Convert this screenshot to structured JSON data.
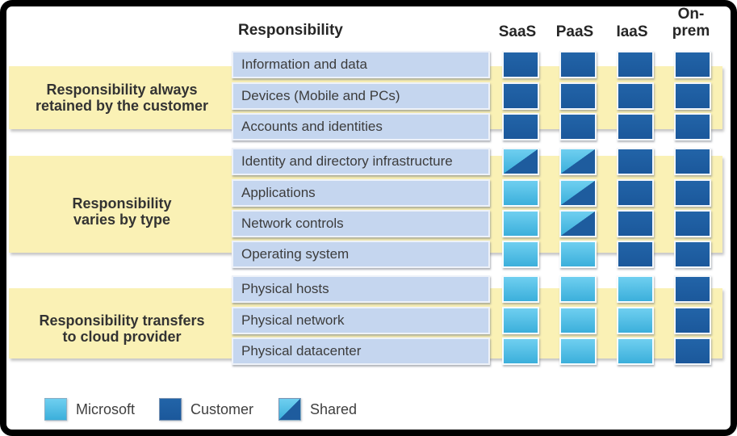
{
  "header": {
    "responsibility_label": "Responsibility",
    "columns": [
      "SaaS",
      "PaaS",
      "IaaS",
      "On-prem"
    ]
  },
  "groups": [
    {
      "label": "Responsibility always\nretained by the customer"
    },
    {
      "label": "Responsibility\nvaries by type"
    },
    {
      "label": "Responsibility transfers\nto cloud provider"
    }
  ],
  "matrix": {
    "rows": [
      {
        "label": "Information and data",
        "group": 0,
        "cells": [
          "customer",
          "customer",
          "customer",
          "customer"
        ]
      },
      {
        "label": "Devices (Mobile and PCs)",
        "group": 0,
        "cells": [
          "customer",
          "customer",
          "customer",
          "customer"
        ]
      },
      {
        "label": "Accounts and identities",
        "group": 0,
        "cells": [
          "customer",
          "customer",
          "customer",
          "customer"
        ]
      },
      {
        "label": "Identity and directory infrastructure",
        "group": 1,
        "cells": [
          "shared",
          "shared",
          "customer",
          "customer"
        ]
      },
      {
        "label": "Applications",
        "group": 1,
        "cells": [
          "microsoft",
          "shared",
          "customer",
          "customer"
        ]
      },
      {
        "label": "Network controls",
        "group": 1,
        "cells": [
          "microsoft",
          "shared",
          "customer",
          "customer"
        ]
      },
      {
        "label": "Operating system",
        "group": 1,
        "cells": [
          "microsoft",
          "microsoft",
          "customer",
          "customer"
        ]
      },
      {
        "label": "Physical hosts",
        "group": 2,
        "cells": [
          "microsoft",
          "microsoft",
          "microsoft",
          "customer"
        ]
      },
      {
        "label": "Physical network",
        "group": 2,
        "cells": [
          "microsoft",
          "microsoft",
          "microsoft",
          "customer"
        ]
      },
      {
        "label": "Physical datacenter",
        "group": 2,
        "cells": [
          "microsoft",
          "microsoft",
          "microsoft",
          "customer"
        ]
      }
    ]
  },
  "legend": {
    "items": [
      {
        "label": "Microsoft",
        "type": "microsoft"
      },
      {
        "label": "Customer",
        "type": "customer"
      },
      {
        "label": "Shared",
        "type": "shared"
      }
    ]
  },
  "colors": {
    "customer_blue": "#1e5c9e",
    "microsoft_blue_top": "#6fcff0",
    "microsoft_blue_bottom": "#3bafdb",
    "band_yellow": "#faf1b5",
    "row_box_blue": "#c5d6ef",
    "frame_black": "#000000"
  }
}
